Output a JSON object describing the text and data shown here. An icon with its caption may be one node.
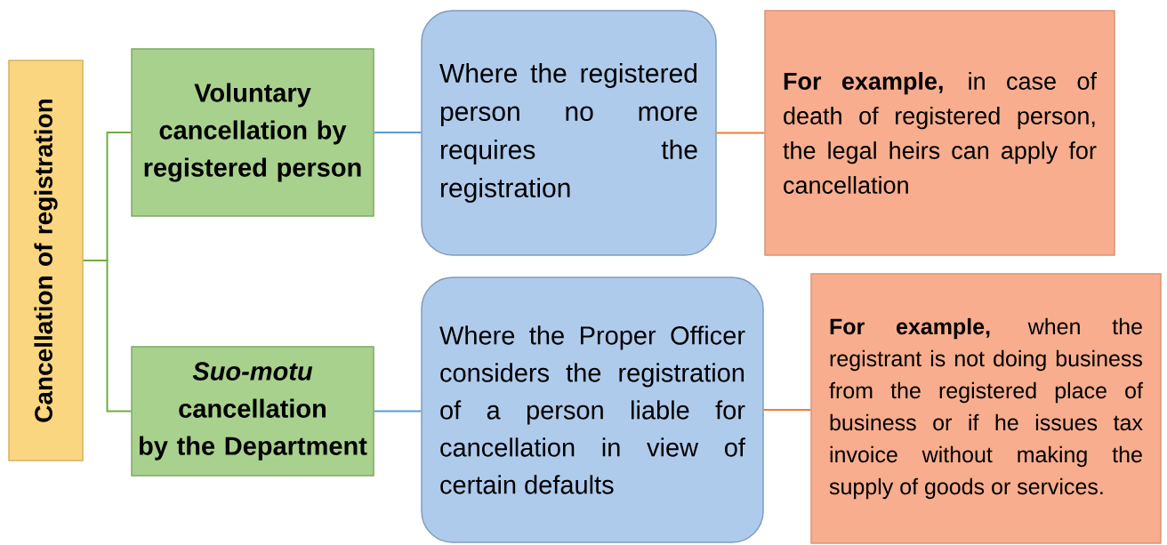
{
  "diagram": {
    "nodes": [
      {
        "text": [
          "Cancellation of registration"
        ]
      },
      {
        "text": [
          "Voluntary cancellation by registered person"
        ]
      },
      {
        "text": [
          "*Suo-motu* cancellation by the Department"
        ]
      },
      {
        "text": [
          "Where the registered person no more requires the registration"
        ]
      },
      {
        "text": [
          "Where the Proper Officer considers the registration of a person liable for cancellation in view of certain defaults"
        ]
      },
      {
        "text": [
          "**For example,** in case of death of registered person, the legal heirs can apply for cancellation"
        ]
      },
      {
        "text": [
          "**For example,** when the registrant is not doing business from the registered place of business or if he issues tax invoice without making the supply of goods or services."
        ]
      }
    ],
    "edges": [
      {
        "from": 0,
        "to": 1,
        "arrow": "none",
        "color": "#70ad47"
      },
      {
        "from": 0,
        "to": 2,
        "arrow": "none",
        "color": "#70ad47"
      },
      {
        "from": 1,
        "to": 3,
        "arrow": "none",
        "color": "#5b9bd5"
      },
      {
        "from": 2,
        "to": 4,
        "arrow": "none",
        "color": "#5b9bd5"
      },
      {
        "from": 3,
        "to": 5,
        "arrow": "none",
        "color": "#ed7d31"
      },
      {
        "from": 4,
        "to": 6,
        "arrow": "none",
        "color": "#ed7d31"
      }
    ]
  }
}
